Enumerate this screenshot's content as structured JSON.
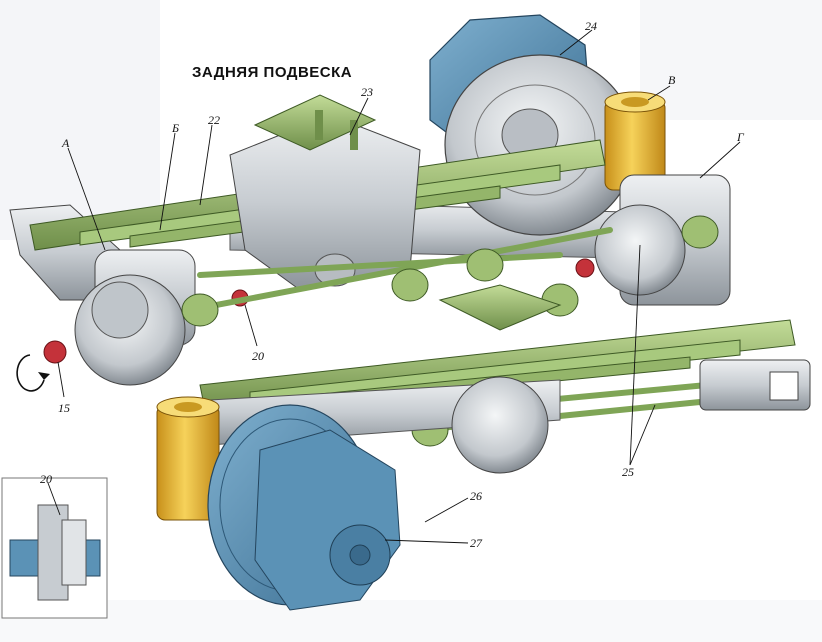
{
  "title": "ЗАДНЯЯ ПОДВЕСКА",
  "callouts": {
    "c24": "24",
    "cV": "В",
    "c23": "23",
    "c22": "22",
    "cB": "Б",
    "cA": "А",
    "cG": "Г",
    "c20a": "20",
    "c15": "15",
    "c25": "25",
    "c26": "26",
    "c27": "27",
    "c20b": "20"
  },
  "colors": {
    "spring_green": "#9fbf73",
    "hub_blue": "#5b92b6",
    "axle_grey": "#c9ced3",
    "bumper_yellow": "#e7b52c",
    "flange_red": "#c4323a",
    "background_print": "#d9dee6"
  }
}
